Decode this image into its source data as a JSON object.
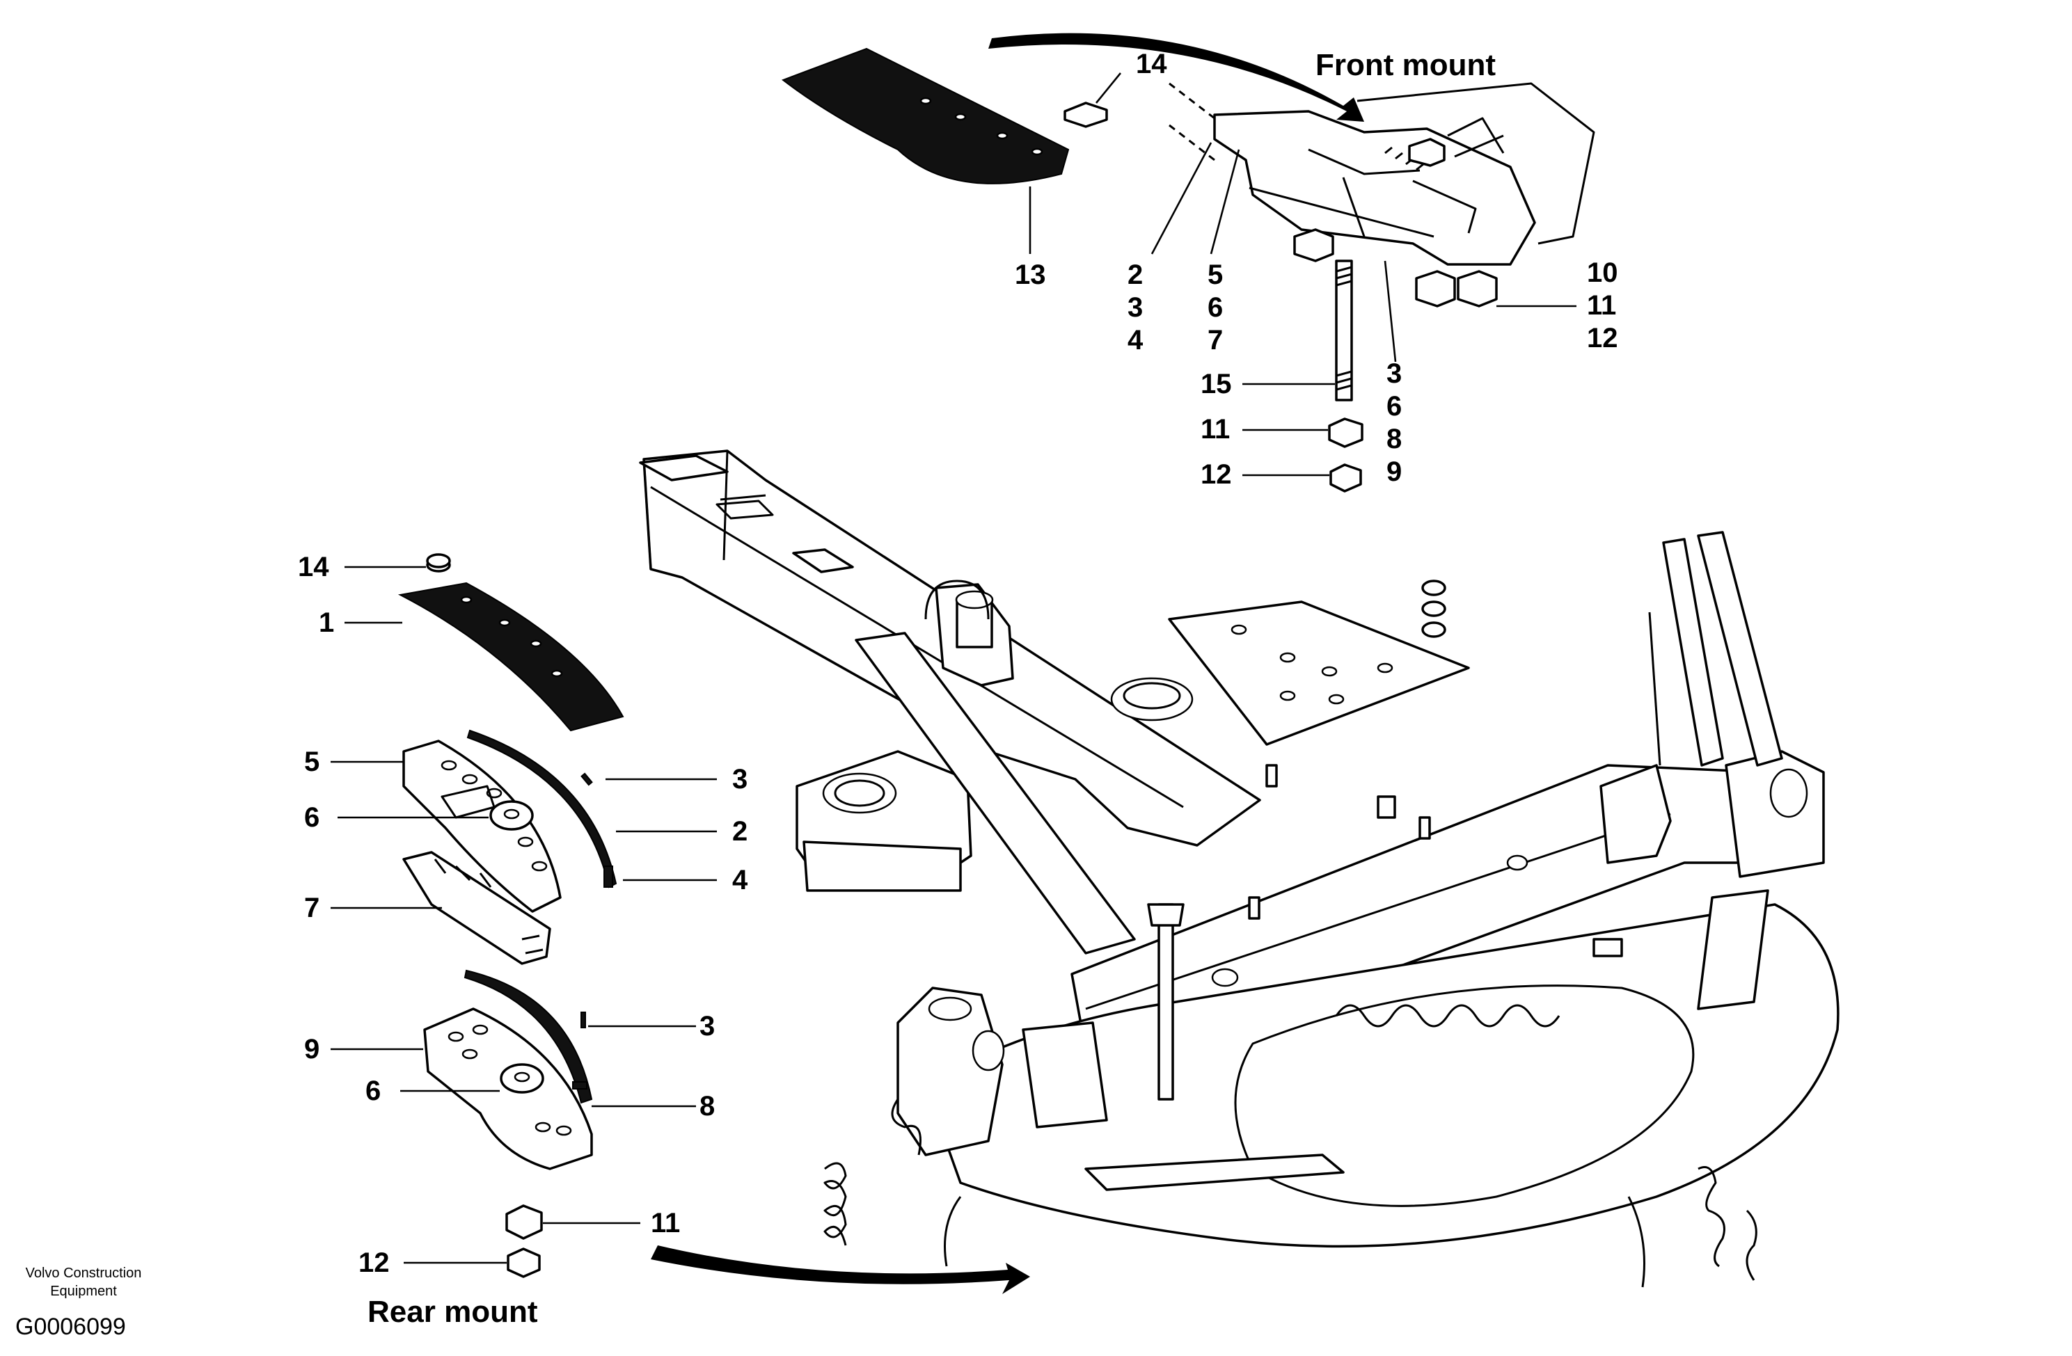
{
  "captions": {
    "front_mount": "Front mount",
    "rear_mount": "Rear mount",
    "brand_line1": "Volvo Construction",
    "brand_line2": "Equipment",
    "drawing_code": "G0006099"
  },
  "front_labels": {
    "l14": "14",
    "l13": "13",
    "l2": "2",
    "l3": "3",
    "l4": "4",
    "l5": "5",
    "l6": "6",
    "l7": "7",
    "l10": "10",
    "l11a": "11",
    "l12a": "12",
    "l15": "15",
    "l11b": "11",
    "l12b": "12",
    "l3b": "3",
    "l6b": "6",
    "l8b": "8",
    "l9b": "9"
  },
  "rear_labels": {
    "l14": "14",
    "l1": "1",
    "l5": "5",
    "l6": "6",
    "l7": "7",
    "l3a": "3",
    "l2": "2",
    "l4": "4",
    "l9": "9",
    "l6b": "6",
    "l3b": "3",
    "l8": "8",
    "l11": "11",
    "l12": "12"
  }
}
